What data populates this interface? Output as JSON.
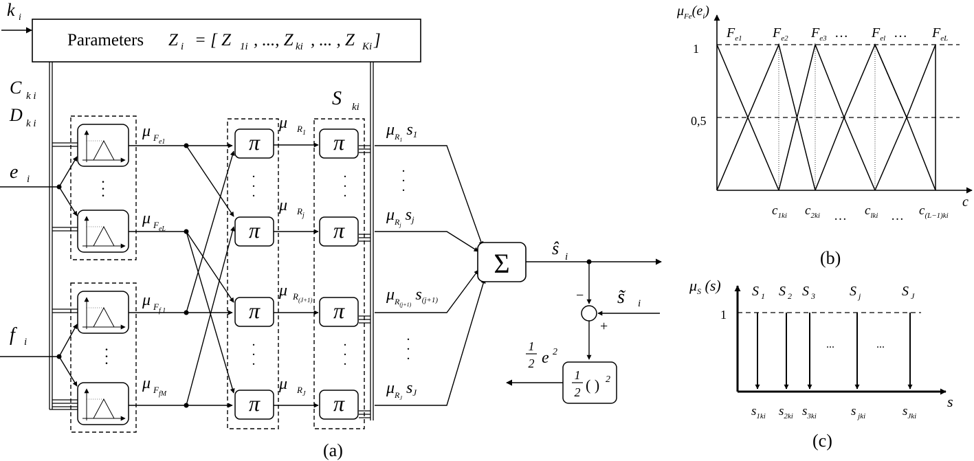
{
  "panel_a": {
    "caption": "(a)",
    "params_label": "Parameters",
    "params_formula": "Z i = [ Z 1i , ..., Z ki , ... , Z Ki ]",
    "input_k": "k",
    "input_k_sub": "i",
    "input_C": "C",
    "input_C_sub": "k i",
    "input_D": "D",
    "input_D_sub": "k i",
    "input_e": "e",
    "input_e_sub": "i",
    "input_f": "f",
    "input_f_sub": "i",
    "S_label": "S",
    "S_sub": "ki",
    "pi_symbol": "π",
    "sum_symbol": "Σ",
    "mu": "μ",
    "mf_labels": [
      "F e1",
      "F eL",
      "F f 1",
      "F fM"
    ],
    "rule_labels": [
      "R 1",
      "R j",
      "R (J+1)",
      "R J"
    ],
    "out_labels": [
      "R1 s1",
      "Rj s j",
      "R(J+1) s(J+1)",
      "RJ s J"
    ],
    "s_hat": "ŝ",
    "s_hat_sub": "i",
    "s_tilde": "s̃",
    "s_tilde_sub": "i",
    "minus": "−",
    "plus": "+",
    "half": "1",
    "half_den": "2",
    "err_label": "e",
    "err_exp": "2",
    "square_exp": "2",
    "square_paren": "( )"
  },
  "panel_b": {
    "caption": "(b)",
    "y_axis": "μ Fe(e i)",
    "x_axis": "c",
    "y_ticks": [
      "1",
      "0,5"
    ],
    "set_labels": [
      "F e1",
      "F e2",
      "F e3",
      "…",
      "F el",
      "…",
      "F eL"
    ],
    "centers": [
      "c 1ki",
      "c 2ki",
      "…",
      "c lki",
      "…",
      "c (L−1)ki"
    ]
  },
  "panel_c": {
    "caption": "(c)",
    "y_axis": "μ S (s)",
    "x_axis": "s",
    "y_tick": "1",
    "singletons": [
      "S 1",
      "S 2",
      "S 3",
      "S j",
      "S J"
    ],
    "positions": [
      "s 1ki",
      "s 2ki",
      "s 3ki",
      "s jki",
      "s Jki"
    ],
    "dots": "..."
  }
}
